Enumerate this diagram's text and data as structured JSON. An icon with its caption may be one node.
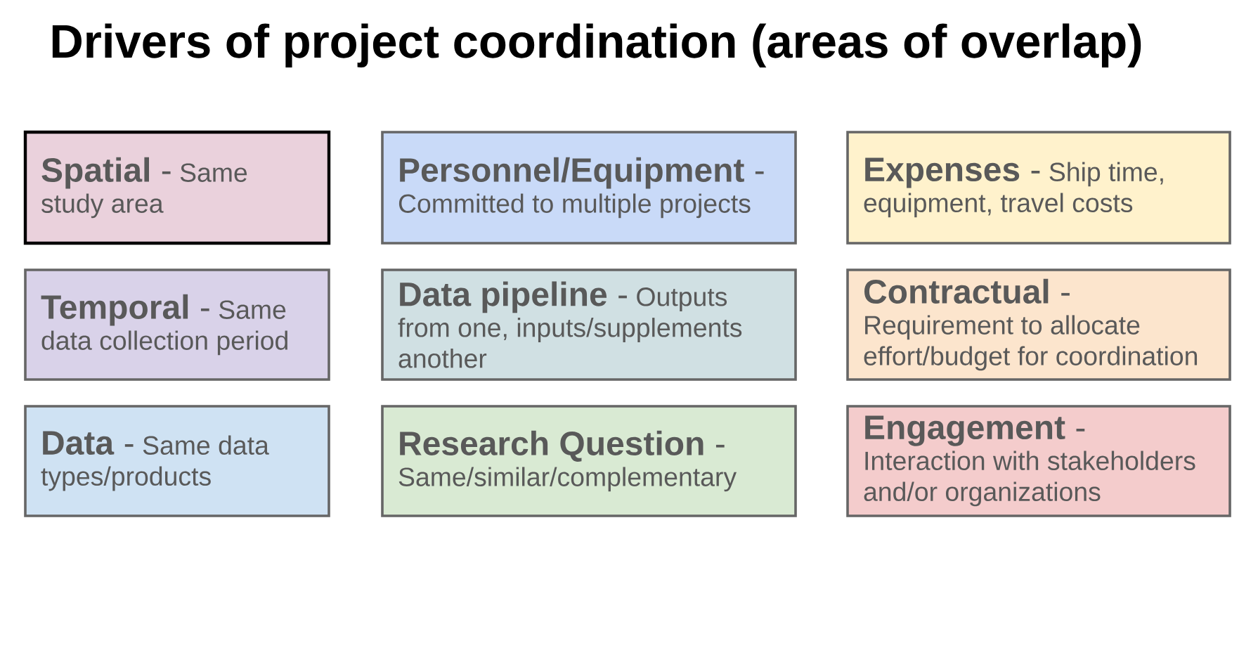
{
  "diagram": {
    "title": "Drivers of project coordination (areas of overlap)",
    "nodes": [
      {
        "text": [
          "**Spatial** -",
          "Same study area"
        ]
      },
      {
        "text": [
          "**Personnel/Equipment** -",
          "Committed to multiple projects"
        ]
      },
      {
        "text": [
          "**Expenses** -",
          "Ship time, equipment, travel costs"
        ]
      },
      {
        "text": [
          "**Temporal** -",
          "Same data collection period"
        ]
      },
      {
        "text": [
          "**Data pipeline** -",
          "Outputs from one, inputs/supplements another"
        ]
      },
      {
        "text": [
          "**Contractual** -",
          "Requirement to allocate effort/budget for coordination"
        ]
      },
      {
        "text": [
          "**Data** -",
          "Same data types/products"
        ]
      },
      {
        "text": [
          "**Research Question** -",
          "Same/similar/complementary"
        ]
      },
      {
        "text": [
          "**Engagement** -",
          "Interaction with stakeholders and/or organizations"
        ]
      }
    ]
  }
}
